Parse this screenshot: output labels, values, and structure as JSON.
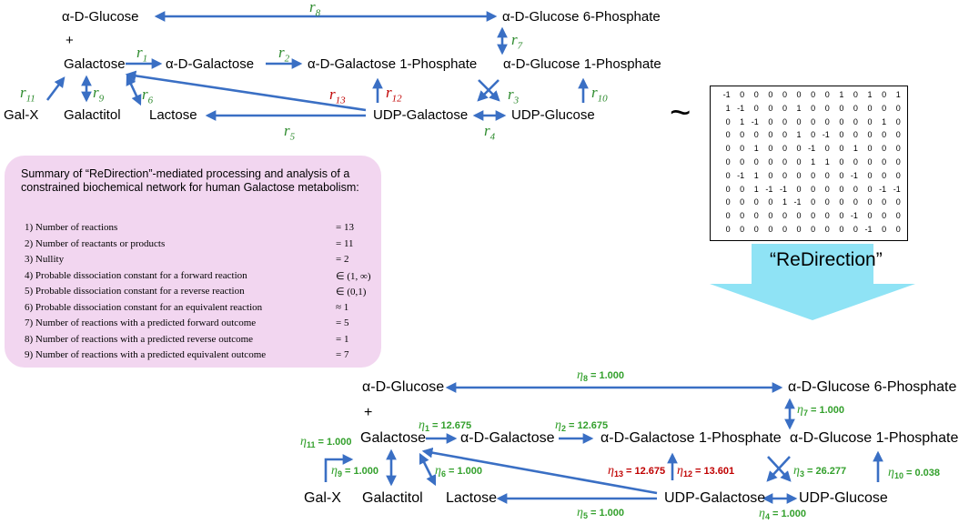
{
  "top_network": {
    "nodes": {
      "glucose": "α-D-Glucose",
      "plus": "+",
      "galactose": "Galactose",
      "a_galactose": "α-D-Galactose",
      "gal1p": "α-D-Galactose 1-Phosphate",
      "glc6p": "α-D-Glucose 6-Phosphate",
      "glc1p": "α-D-Glucose 1-Phosphate",
      "galx": "Gal-X",
      "galactitol": "Galactitol",
      "lactose": "Lactose",
      "udpgal": "UDP-Galactose",
      "udpglc": "UDP-Glucose"
    },
    "labels": {
      "r1": {
        "sym": "r",
        "sub": "1"
      },
      "r2": {
        "sym": "r",
        "sub": "2"
      },
      "r3": {
        "sym": "r",
        "sub": "3"
      },
      "r4": {
        "sym": "r",
        "sub": "4"
      },
      "r5": {
        "sym": "r",
        "sub": "5"
      },
      "r6": {
        "sym": "r",
        "sub": "6"
      },
      "r7": {
        "sym": "r",
        "sub": "7"
      },
      "r8": {
        "sym": "r",
        "sub": "8"
      },
      "r9": {
        "sym": "r",
        "sub": "9"
      },
      "r10": {
        "sym": "r",
        "sub": "10"
      },
      "r11": {
        "sym": "r",
        "sub": "11"
      },
      "r12": {
        "sym": "r",
        "sub": "12"
      },
      "r13": {
        "sym": "r",
        "sub": "13"
      }
    }
  },
  "tilde": "~",
  "matrix": [
    [
      "-1",
      "0",
      "0",
      "0",
      "0",
      "0",
      "0",
      "0",
      "1",
      "0",
      "1",
      "0",
      "1"
    ],
    [
      "1",
      "-1",
      "0",
      "0",
      "0",
      "1",
      "0",
      "0",
      "0",
      "0",
      "0",
      "0",
      "0"
    ],
    [
      "0",
      "1",
      "-1",
      "0",
      "0",
      "0",
      "0",
      "0",
      "0",
      "0",
      "0",
      "1",
      "0"
    ],
    [
      "0",
      "0",
      "0",
      "0",
      "0",
      "1",
      "0",
      "-1",
      "0",
      "0",
      "0",
      "0",
      "0"
    ],
    [
      "0",
      "0",
      "1",
      "0",
      "0",
      "0",
      "-1",
      "0",
      "0",
      "1",
      "0",
      "0",
      "0"
    ],
    [
      "0",
      "0",
      "0",
      "0",
      "0",
      "0",
      "1",
      "1",
      "0",
      "0",
      "0",
      "0",
      "0"
    ],
    [
      "0",
      "-1",
      "1",
      "0",
      "0",
      "0",
      "0",
      "0",
      "0",
      "-1",
      "0",
      "0",
      "0"
    ],
    [
      "0",
      "0",
      "1",
      "-1",
      "-1",
      "0",
      "0",
      "0",
      "0",
      "0",
      "0",
      "-1",
      "-1"
    ],
    [
      "0",
      "0",
      "0",
      "0",
      "1",
      "-1",
      "0",
      "0",
      "0",
      "0",
      "0",
      "0",
      "0"
    ],
    [
      "0",
      "0",
      "0",
      "0",
      "0",
      "0",
      "0",
      "0",
      "0",
      "-1",
      "0",
      "0",
      "0"
    ],
    [
      "0",
      "0",
      "0",
      "0",
      "0",
      "0",
      "0",
      "0",
      "0",
      "0",
      "-1",
      "0",
      "0"
    ]
  ],
  "redirection_label": "“ReDirection”",
  "summary": {
    "title": "Summary of “ReDirection”-mediated processing and analysis of a constrained biochemical network for human Galactose metabolism:",
    "rows": [
      {
        "label": "1) Number of reactions",
        "value": "= 13"
      },
      {
        "label": "2) Number of reactants or products",
        "value": "= 11"
      },
      {
        "label": "3) Nullity",
        "value": "= 2"
      },
      {
        "label": "4) Probable dissociation constant for a forward reaction",
        "value": "∈ (1, ∞)"
      },
      {
        "label": "5) Probable dissociation constant for a reverse reaction",
        "value": "∈ (0,1)"
      },
      {
        "label": "6) Probable dissociation constant for an equivalent reaction",
        "value": "≈ 1"
      },
      {
        "label": "7) Number of reactions with a predicted forward outcome",
        "value": "= 5"
      },
      {
        "label": "8) Number of reactions with a predicted reverse outcome",
        "value": "= 1"
      },
      {
        "label": "9) Number of reactions with a predicted equivalent outcome",
        "value": "= 7"
      }
    ]
  },
  "bottom_network": {
    "nodes": {
      "glucose": "α-D-Glucose",
      "plus": "+",
      "galactose": "Galactose",
      "a_galactose": "α-D-Galactose",
      "gal1p": "α-D-Galactose 1-Phosphate",
      "glc6p": "α-D-Glucose 6-Phosphate",
      "glc1p": "α-D-Glucose 1-Phosphate",
      "galx": "Gal-X",
      "galactitol": "Galactitol",
      "lactose": "Lactose",
      "udpgal": "UDP-Galactose",
      "udpglc": "UDP-Glucose"
    },
    "labels": {
      "e1": {
        "sym": "η",
        "sub": "1",
        "val": "= 12.675"
      },
      "e2": {
        "sym": "η",
        "sub": "2",
        "val": "= 12.675"
      },
      "e3": {
        "sym": "η",
        "sub": "3",
        "val": "= 26.277"
      },
      "e4": {
        "sym": "η",
        "sub": "4",
        "val": "= 1.000"
      },
      "e5": {
        "sym": "η",
        "sub": "5",
        "val": "= 1.000"
      },
      "e6": {
        "sym": "η",
        "sub": "6",
        "val": "= 1.000"
      },
      "e7": {
        "sym": "η",
        "sub": "7",
        "val": "= 1.000"
      },
      "e8": {
        "sym": "η",
        "sub": "8",
        "val": "= 1.000"
      },
      "e9": {
        "sym": "η",
        "sub": "9",
        "val": "= 1.000"
      },
      "e10": {
        "sym": "η",
        "sub": "10",
        "val": "= 0.038"
      },
      "e11": {
        "sym": "η",
        "sub": "11",
        "val": "= 1.000"
      },
      "e12": {
        "sym": "η",
        "sub": "12",
        "val": "= 13.601"
      },
      "e13": {
        "sym": "η",
        "sub": "13",
        "val": "= 12.675"
      }
    }
  },
  "colors": {
    "arrow": "#3a6fc4",
    "label_green": "#2e8b2e",
    "label_red": "#c00000",
    "summary_bg": "#f2d6f0",
    "big_arrow": "#8fe3f5"
  }
}
